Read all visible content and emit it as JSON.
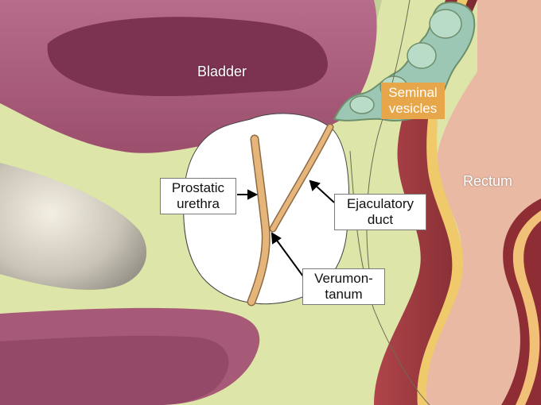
{
  "labels": {
    "bladder": "Bladder",
    "seminal_vesicles": "Seminal\nvesicles",
    "rectum": "Rectum",
    "prostatic_urethra": "Prostatic\nurethra",
    "ejaculatory_duct": "Ejaculatory\nduct",
    "verumontanum": "Verumon-\ntanum"
  },
  "colors": {
    "background_tissue": "#dde6a8",
    "bladder_wall": "#a75a78",
    "bladder_lumen": "#7c3352",
    "prostate": "#ffffff",
    "duct": "#e6b57a",
    "rectum_wall": "#9b3a3a",
    "seminal_vesicles": "#9cc7b4",
    "label_highlight": "#e8a64a"
  }
}
